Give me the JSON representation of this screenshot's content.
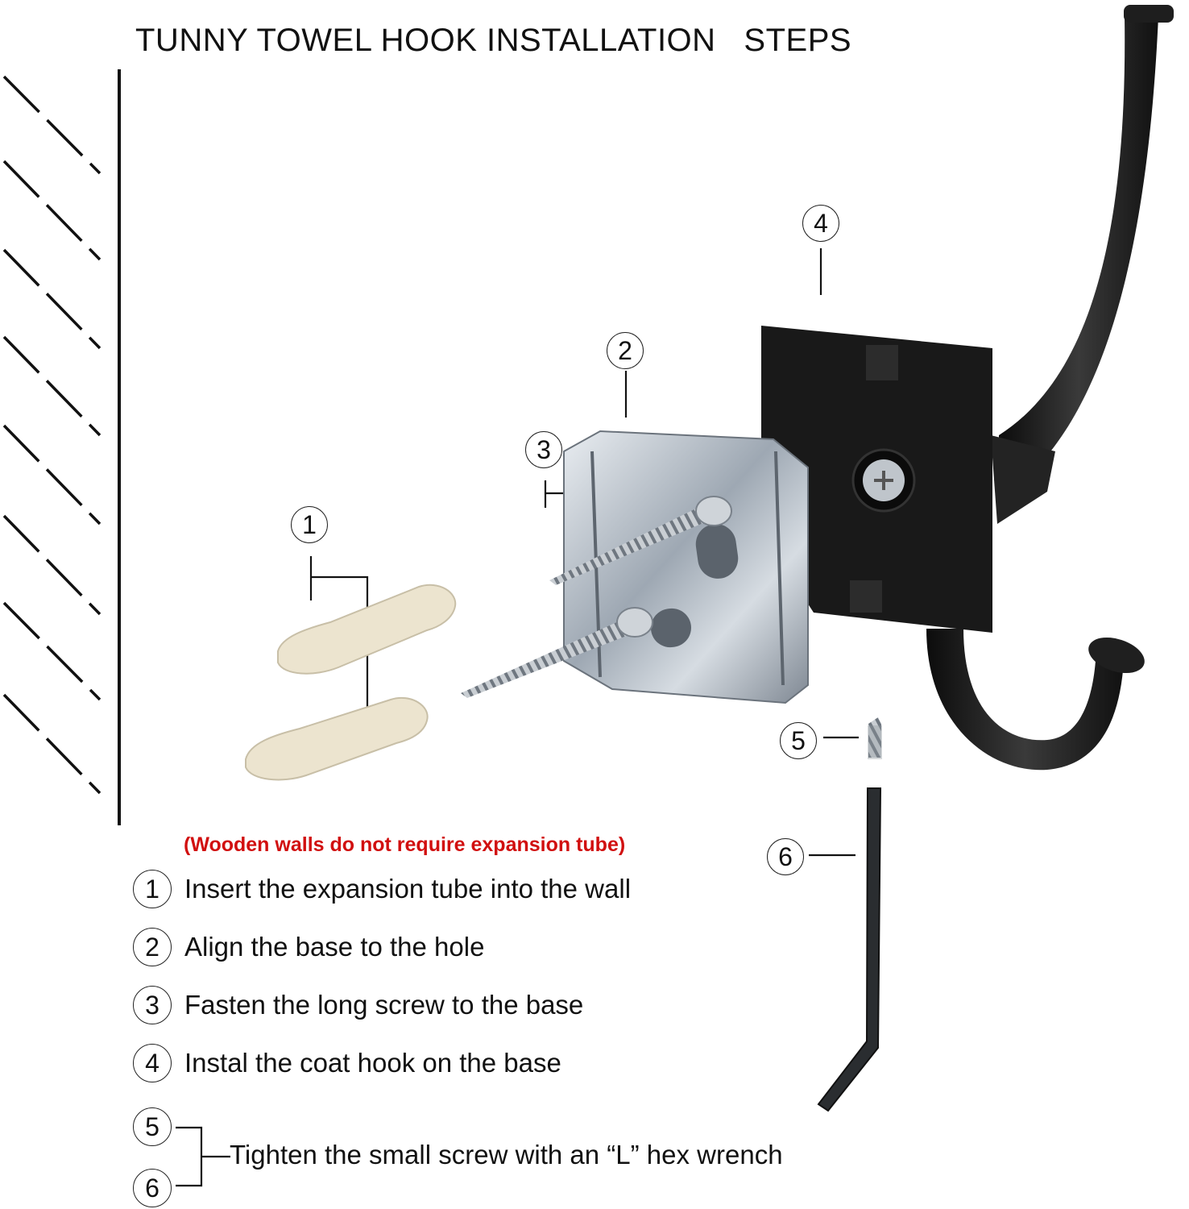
{
  "title": "TUNNY TOWEL HOOK INSTALLATION   STEPS",
  "callouts": {
    "c1": "1",
    "c2": "2",
    "c3": "3",
    "c4": "4",
    "c5": "5",
    "c6": "6"
  },
  "note": "(Wooden walls do not require expansion tube)",
  "steps": [
    {
      "num": "1",
      "text": "Insert the expansion tube into the wall"
    },
    {
      "num": "2",
      "text": "Align the base to the hole"
    },
    {
      "num": "3",
      "text": "Fasten the long screw to the base"
    },
    {
      "num": "4",
      "text": "Instal the coat hook on the base"
    }
  ],
  "final_step": {
    "num_a": "5",
    "num_b": "6",
    "text": "Tighten the small screw with an “L” hex wrench"
  },
  "colors": {
    "note": "#d10f0f",
    "hook": "#1b1b1b",
    "plate": "#b9c2cc",
    "anchor": "#ebe3cf"
  }
}
